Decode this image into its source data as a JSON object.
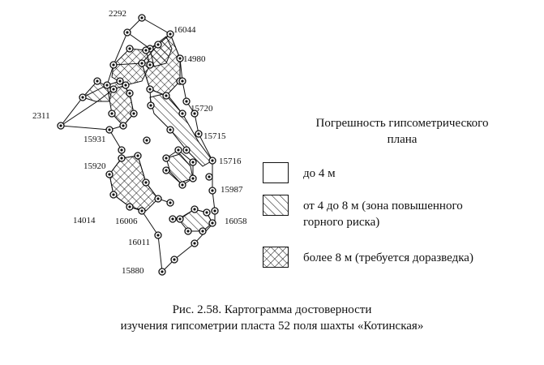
{
  "well_labels": [
    "2292",
    "16044",
    "14980",
    "2311",
    "15720",
    "15931",
    "15715",
    "15716",
    "15920",
    "15987",
    "14014",
    "16006",
    "16058",
    "16011",
    "15880"
  ],
  "legend": {
    "title_line1": "Погрешность гипсометрического",
    "title_line2": "плана",
    "items": [
      {
        "line1": "до 4 м",
        "line2": "",
        "pattern": "none"
      },
      {
        "line1": "от 4 до 8 м (зона повышенного",
        "line2": "горного риска)",
        "pattern": "hatch"
      },
      {
        "line1": "более 8 м (требуется доразведка)",
        "line2": "",
        "pattern": "crosshatch"
      }
    ]
  },
  "caption": {
    "line1": "Рис. 2.58. Картограмма достоверности",
    "line2": "изучения гипсометрии пласта 52 поля шахты «Котинская»"
  }
}
